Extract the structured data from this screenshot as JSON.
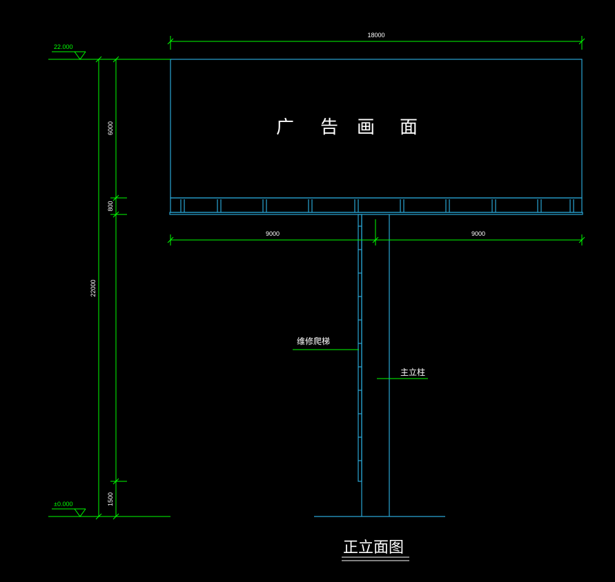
{
  "colors": {
    "background": "#000000",
    "structure": "#2aa7d6",
    "dimension": "#00ff00",
    "text": "#ffffff"
  },
  "board_text": [
    "广",
    "告",
    "画",
    "面"
  ],
  "dimensions": {
    "total_width": "18000",
    "left_half": "9000",
    "right_half": "9000",
    "board_height": "6000",
    "frame_height": "800",
    "total_height": "22000",
    "base_height": "1500"
  },
  "elevations": {
    "top": "22.000",
    "ground": "±0.000"
  },
  "labels": {
    "ladder": "维修爬梯",
    "column": "主立柱"
  },
  "title": "正立面图"
}
